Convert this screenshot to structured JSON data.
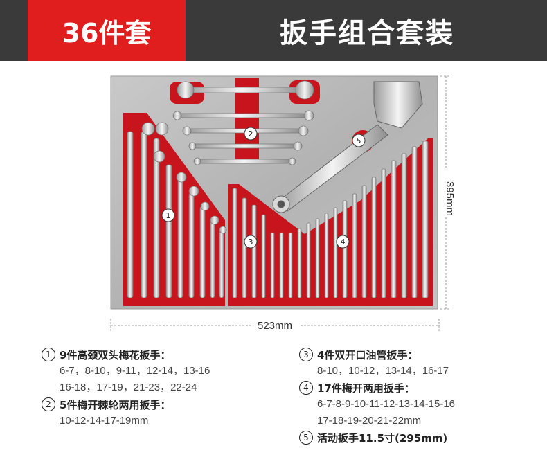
{
  "header": {
    "badge": "36件套",
    "title": "扳手组合套装"
  },
  "dimensions": {
    "width": "523mm",
    "height": "395mm"
  },
  "markers": [
    "1",
    "2",
    "3",
    "4",
    "5"
  ],
  "colors": {
    "header_bg": "#3a3a3a",
    "badge_red": "#e01e1e",
    "foam_red": "#c8141c"
  },
  "legend": [
    {
      "num": "1",
      "title": "9件高颈双头梅花扳手：",
      "lines": [
        "6-7，8-10，9-11，12-14，13-16",
        "16-18，17-19，21-23，22-24"
      ]
    },
    {
      "num": "2",
      "title": "5件梅开棘轮两用扳手：",
      "lines": [
        "10-12-14-17-19mm"
      ]
    },
    {
      "num": "3",
      "title": "4件双开口油管扳手：",
      "lines": [
        "8-10，10-12，13-14，16-17"
      ]
    },
    {
      "num": "4",
      "title": "17件梅开两用扳手：",
      "lines": [
        "6-7-8-9-10-11-12-13-14-15-16",
        "17-18-19-20-21-22mm"
      ]
    },
    {
      "num": "5",
      "title": "活动扳手11.5寸(295mm)",
      "lines": []
    }
  ]
}
